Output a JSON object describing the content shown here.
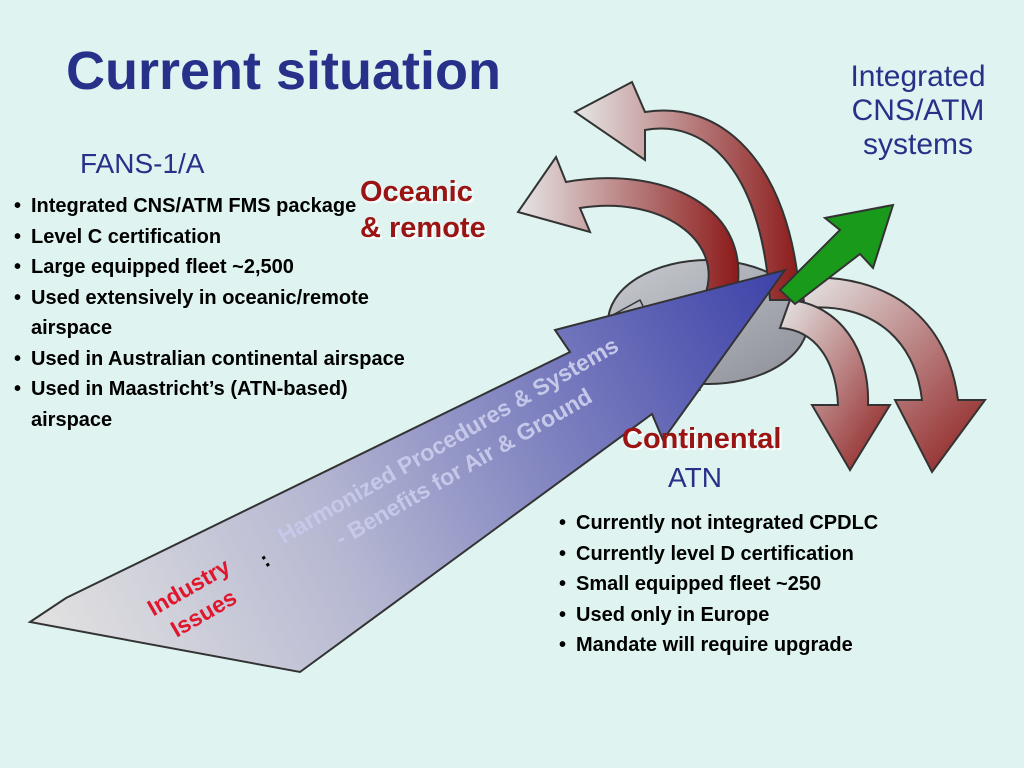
{
  "slide": {
    "title": "Current situation",
    "top_right_heading": "Integrated CNS/ATM systems",
    "colors": {
      "background": "#dff4f0",
      "heading": "#27318a",
      "region_label": "#9a1414",
      "big_arrow_start": "#d8d8d8",
      "big_arrow_end": "#3a3fa8",
      "curved_arrow_start": "#e6e6e6",
      "curved_arrow_end": "#8c1a1a",
      "integration_arrow": "#1a9a1a",
      "industry_issues": "#e0172c"
    }
  },
  "fans": {
    "title": "FANS-1/A",
    "items": [
      "Integrated CNS/ATM FMS package",
      "Level C certification",
      "Large equipped fleet ~2,500",
      "Used extensively in oceanic/remote airspace",
      "Used in Australian continental airspace",
      "Used in Maastricht’s (ATN-based) airspace"
    ]
  },
  "atn": {
    "label": "ATN",
    "items": [
      "Currently not integrated CPDLC",
      "Currently level D certification",
      "Small equipped fleet ~250",
      "Used only in Europe",
      "Mandate will require upgrade"
    ]
  },
  "regions": {
    "oceanic_line1": "Oceanic",
    "oceanic_line2": "& remote",
    "continental": "Continental"
  },
  "big_arrow": {
    "line1": "Harmonized Procedures & Systems",
    "line2": "- Benefits for Air & Ground"
  },
  "industry": {
    "line1": "Industry",
    "line2": "Issues",
    "separator": ":"
  }
}
